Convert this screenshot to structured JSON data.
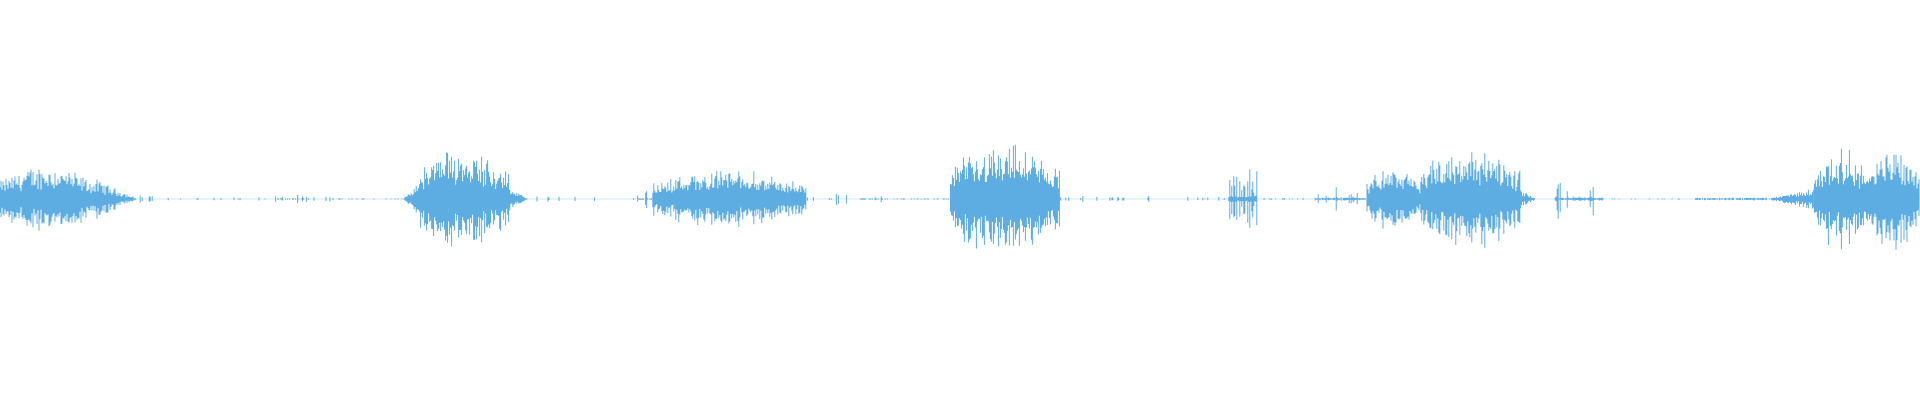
{
  "waveform": {
    "color": "#5dade2",
    "background": "#ffffff",
    "duration_fraction_segments": [
      {
        "start": 0.0,
        "end": 0.05,
        "amplitude": 0.15,
        "shape": "burst"
      },
      {
        "start": 0.05,
        "end": 0.072,
        "amplitude": 0.09,
        "shape": "fade-out"
      },
      {
        "start": 0.072,
        "end": 0.088,
        "amplitude": 0.03,
        "shape": "sparse"
      },
      {
        "start": 0.093,
        "end": 0.1,
        "amplitude": 0.01,
        "shape": "sparse"
      },
      {
        "start": 0.1,
        "end": 0.14,
        "amplitude": 0.01,
        "shape": "sparse"
      },
      {
        "start": 0.143,
        "end": 0.162,
        "amplitude": 0.05,
        "shape": "sparse"
      },
      {
        "start": 0.162,
        "end": 0.175,
        "amplitude": 0.03,
        "shape": "sparse"
      },
      {
        "start": 0.175,
        "end": 0.21,
        "amplitude": 0.01,
        "shape": "flat"
      },
      {
        "start": 0.21,
        "end": 0.218,
        "amplitude": 0.08,
        "shape": "ramp-up"
      },
      {
        "start": 0.218,
        "end": 0.265,
        "amplitude": 0.23,
        "shape": "burst"
      },
      {
        "start": 0.265,
        "end": 0.275,
        "amplitude": 0.06,
        "shape": "fade-out"
      },
      {
        "start": 0.275,
        "end": 0.3,
        "amplitude": 0.02,
        "shape": "sparse"
      },
      {
        "start": 0.305,
        "end": 0.318,
        "amplitude": 0.02,
        "shape": "sparse"
      },
      {
        "start": 0.33,
        "end": 0.34,
        "amplitude": 0.05,
        "shape": "sparse"
      },
      {
        "start": 0.34,
        "end": 0.42,
        "amplitude": 0.13,
        "shape": "burst"
      },
      {
        "start": 0.42,
        "end": 0.445,
        "amplitude": 0.03,
        "shape": "sparse"
      },
      {
        "start": 0.448,
        "end": 0.46,
        "amplitude": 0.05,
        "shape": "sparse"
      },
      {
        "start": 0.46,
        "end": 0.495,
        "amplitude": 0.01,
        "shape": "flat"
      },
      {
        "start": 0.495,
        "end": 0.552,
        "amplitude": 0.25,
        "shape": "burst"
      },
      {
        "start": 0.552,
        "end": 0.575,
        "amplitude": 0.02,
        "shape": "sparse"
      },
      {
        "start": 0.578,
        "end": 0.64,
        "amplitude": 0.02,
        "shape": "sparse"
      },
      {
        "start": 0.64,
        "end": 0.655,
        "amplitude": 0.17,
        "shape": "sparse-burst"
      },
      {
        "start": 0.655,
        "end": 0.68,
        "amplitude": 0.01,
        "shape": "flat"
      },
      {
        "start": 0.685,
        "end": 0.712,
        "amplitude": 0.08,
        "shape": "sparse"
      },
      {
        "start": 0.712,
        "end": 0.74,
        "amplitude": 0.14,
        "shape": "burst"
      },
      {
        "start": 0.74,
        "end": 0.792,
        "amplitude": 0.23,
        "shape": "burst"
      },
      {
        "start": 0.792,
        "end": 0.8,
        "amplitude": 0.05,
        "shape": "fade-out"
      },
      {
        "start": 0.81,
        "end": 0.835,
        "amplitude": 0.1,
        "shape": "sparse"
      },
      {
        "start": 0.835,
        "end": 0.875,
        "amplitude": 0.01,
        "shape": "flat"
      },
      {
        "start": 0.883,
        "end": 0.92,
        "amplitude": 0.02,
        "shape": "flat"
      },
      {
        "start": 0.92,
        "end": 0.945,
        "amplitude": 0.05,
        "shape": "ramp-up"
      },
      {
        "start": 0.945,
        "end": 0.975,
        "amplitude": 0.22,
        "shape": "burst"
      },
      {
        "start": 0.975,
        "end": 1.0,
        "amplitude": 0.24,
        "shape": "burst"
      }
    ]
  }
}
